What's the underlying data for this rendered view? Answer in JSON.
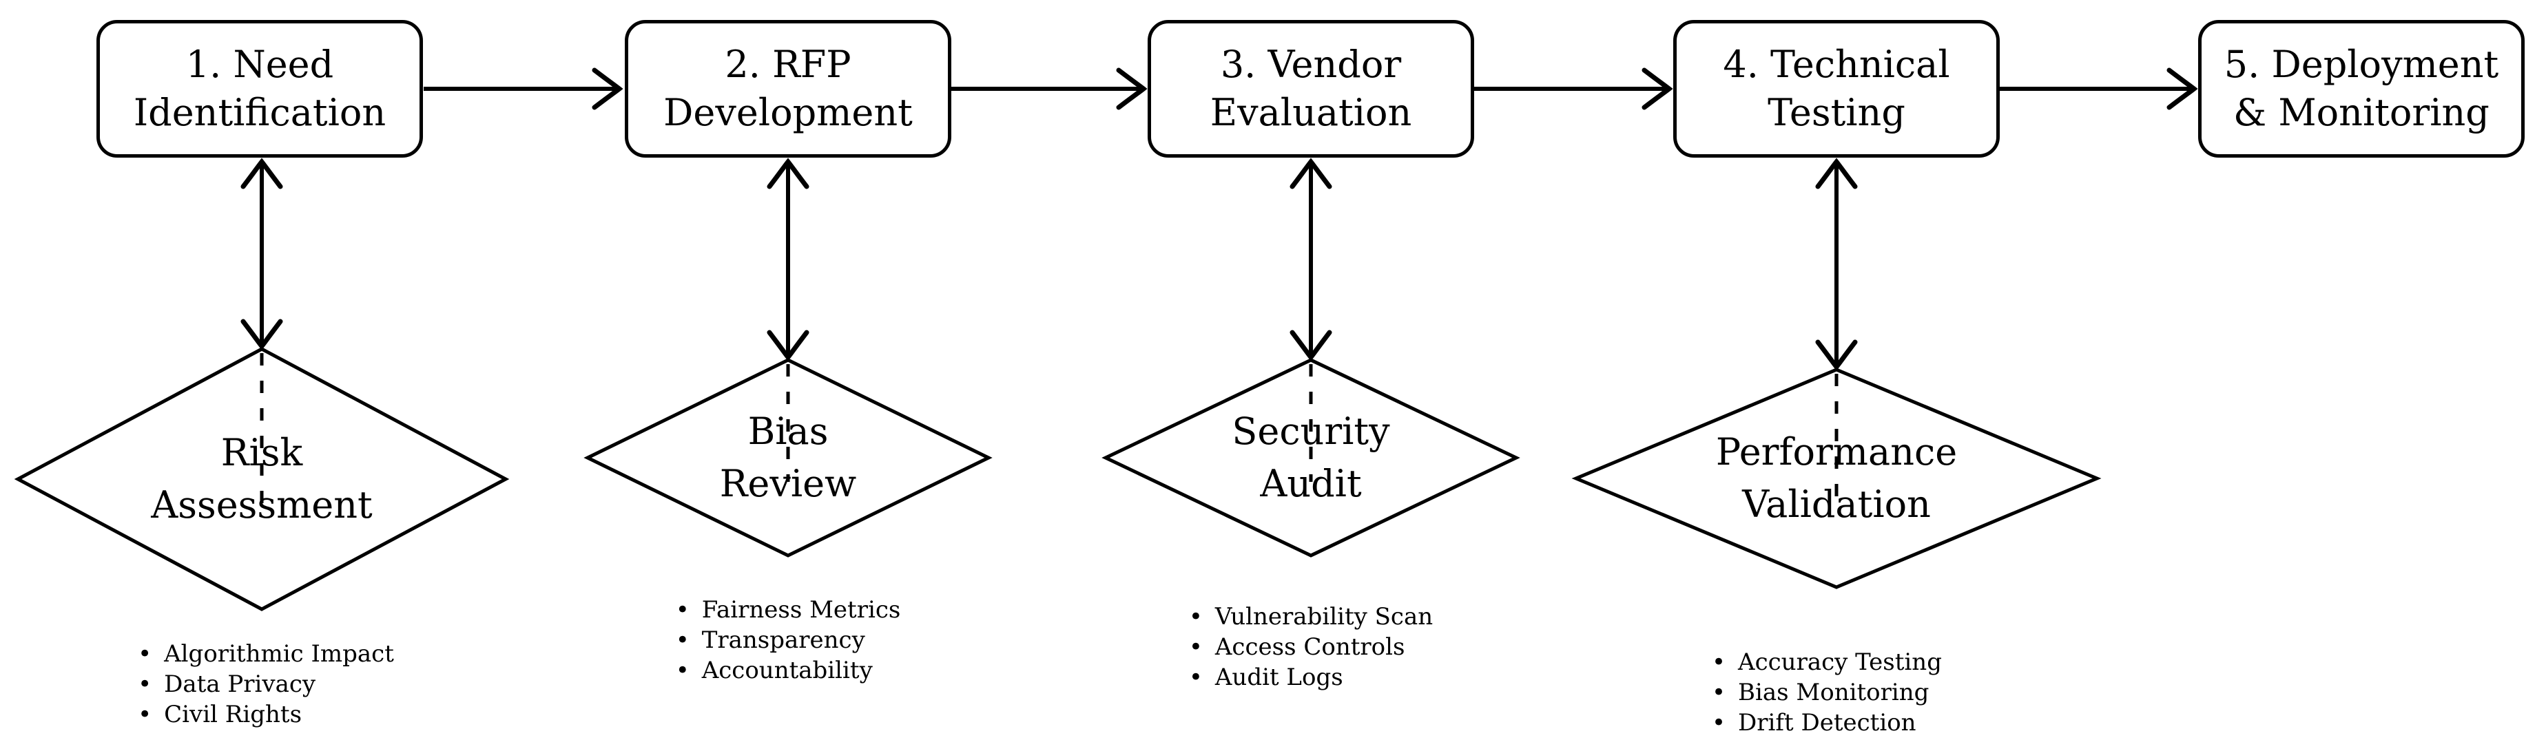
{
  "stages": [
    {
      "label": "1. Need\nIdentification"
    },
    {
      "label": "2. RFP\nDevelopment"
    },
    {
      "label": "3. Vendor\nEvaluation"
    },
    {
      "label": "4. Technical\nTesting"
    },
    {
      "label": "5. Deployment\n& Monitoring"
    }
  ],
  "checkpoints": [
    {
      "label": "Risk\nAssessment",
      "items": [
        "Algorithmic Impact",
        "Data Privacy",
        "Civil Rights"
      ]
    },
    {
      "label": "Bias\nReview",
      "items": [
        "Fairness Metrics",
        "Transparency",
        "Accountability"
      ]
    },
    {
      "label": "Security\nAudit",
      "items": [
        "Vulnerability Scan",
        "Access Controls",
        "Audit Logs"
      ]
    },
    {
      "label": "Performance\nValidation",
      "items": [
        "Accuracy Testing",
        "Bias Monitoring",
        "Drift Detection"
      ]
    }
  ],
  "connections": {
    "sequential_flow": [
      "1. Need Identification",
      "2. RFP Development",
      "3. Vendor Evaluation",
      "4. Technical Testing",
      "5. Deployment & Monitoring"
    ],
    "bidirectional_links": [
      "1. Need Identification ↔ Risk Assessment",
      "2. RFP Development ↔ Bias Review",
      "3. Vendor Evaluation ↔ Security Audit",
      "4. Technical Testing ↔ Performance Validation"
    ]
  },
  "glyphs": {
    "bullet": "•"
  },
  "colors": {
    "stroke": "#000000",
    "text": "#000000",
    "node_fill": "#ffffff",
    "background": "#ffffff"
  }
}
